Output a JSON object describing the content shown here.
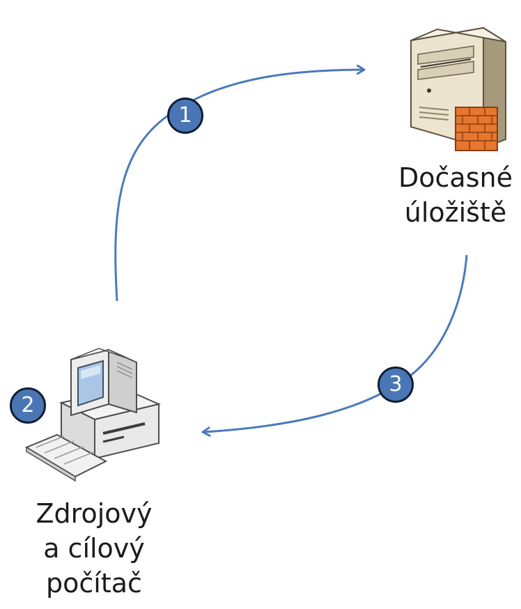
{
  "nodes": {
    "server": {
      "label_line1": "Dočasné",
      "label_line2": "úložiště"
    },
    "computer": {
      "label_line1": "Zdrojový",
      "label_line2": "a cílový",
      "label_line3": "počítač"
    }
  },
  "steps": [
    {
      "number": "1"
    },
    {
      "number": "2"
    },
    {
      "number": "3"
    }
  ],
  "icons": {
    "server": "server-icon",
    "computer": "desktop-computer-icon"
  },
  "colors": {
    "arrow": "#4a7abc",
    "badge_fill": "#4a76b6",
    "badge_border": "#0e1d33"
  }
}
